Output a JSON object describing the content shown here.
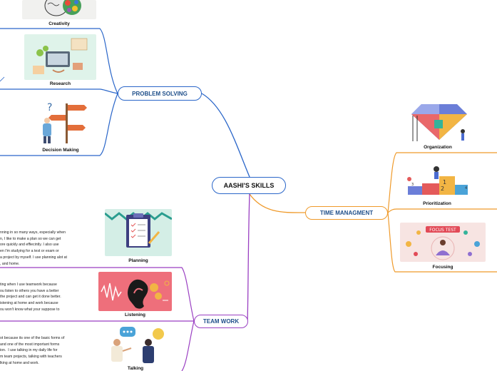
{
  "central": {
    "title": "AASHI'S SKILLS"
  },
  "branches": {
    "problem_solving": {
      "label": "PROBLEM SOLVING",
      "topics": {
        "creativity": "Creativity",
        "research": "Research",
        "decision_making": "Decision Making"
      }
    },
    "time_managment": {
      "label": "TIME MANAGMENT",
      "topics": {
        "organization": "Organization",
        "prioritization": "Prioritization",
        "focusing": "Focusing"
      }
    },
    "team_work": {
      "label": "TEAM WORK",
      "topics": {
        "planning": "Planning",
        "listening": "Listening",
        "talking": "Talking"
      }
    }
  },
  "notes": {
    "planning": "nning in so many ways, especially when\nn, I like to make a plan so we can get\nore quickly and effiecintly. I also use\nen I'm studying for a test or exam or\na project by myself. I use planning alot at\n, and home.",
    "listening": "ting when I use teamwork because\nou listen to others you have a better\nthe project and can get it done better.\nistening at home and work because\nou won't know what your suppose to",
    "talking": "ot because its one of the basic forms of\nand one of the most important forms\nion.  I use talking in my daily life for\nm team projects, talking with teachers\nlking at home and work."
  },
  "image_text": {
    "focus_test": "FOCUS TEST",
    "priority_1": "1",
    "priority_2": "2",
    "priority_3": "3",
    "priority_4": "4"
  },
  "colors": {
    "problem_solving": "#2a66c9",
    "time_managment": "#ef9a2a",
    "team_work": "#9a3fc2"
  }
}
